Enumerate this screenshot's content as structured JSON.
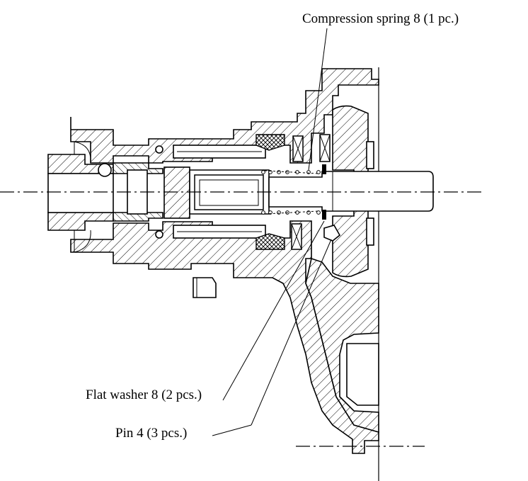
{
  "callouts": {
    "spring": "Compression spring 8 (1 pc.)",
    "washer": "Flat washer 8 (2 pcs.)",
    "pin": "Pin 4 (3 pcs.)"
  },
  "colors": {
    "ink": "#000000",
    "paper": "#ffffff"
  }
}
